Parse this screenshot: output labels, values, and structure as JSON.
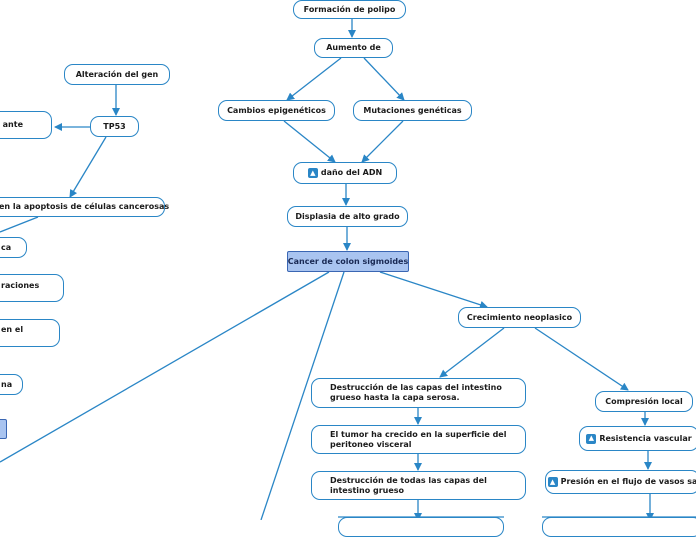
{
  "diagram": {
    "colors": {
      "line": "#2a86c6",
      "node_border": "#2a86c6",
      "central_fill": "#a9c4f0"
    },
    "icon": "arrow-up-icon",
    "nodes": {
      "formacion": "Formación de polipo",
      "aumento": "Aumento de",
      "epigen": "Cambios epigenéticos",
      "mutaciones": "Mutaciones genéticas",
      "dano": "daño del ADN",
      "displasia": "Displasia de alto grado",
      "cancer": "Cancer de colon sigmoides",
      "crecimiento": "Crecimiento neoplasico",
      "destruccion_capas": "Destrucción de las capas del intestino grueso hasta la capa serosa.",
      "tumor_superficie": "El tumor ha crecido en la superficie del peritoneo visceral",
      "destruccion_todas": "Destrucción de todas las capas del intestino grueso",
      "compresion": "Compresión local",
      "resistencia": "Resistencia vascular",
      "presion": "Presión en el flujo de vasos sa",
      "alteracion": "Alteración del gen",
      "tp53": "TP53",
      "r_ante": "r ante",
      "apoptosis": "en la apoptosis de células cancerosas",
      "ca": "ca",
      "raciones": "raciones",
      "en_el": "en el",
      "na": "na"
    }
  }
}
